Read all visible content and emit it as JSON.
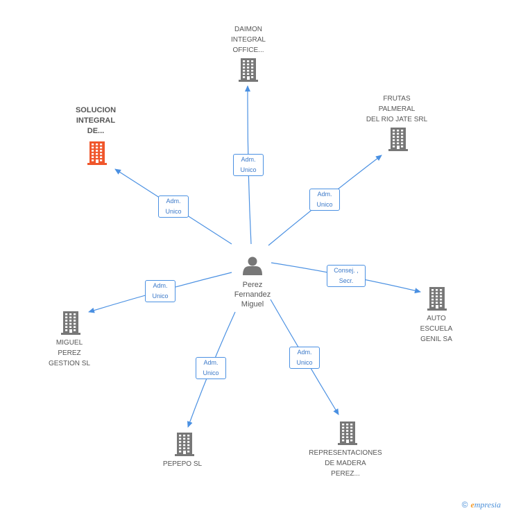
{
  "center": {
    "name_lines": [
      "Perez",
      "Fernandez",
      "Miguel"
    ],
    "icon": "person-icon"
  },
  "companies": [
    {
      "id": "daimon",
      "lines": [
        "DAIMON",
        "INTEGRAL",
        "OFFICE..."
      ],
      "icon": "building-icon",
      "color": "#777777",
      "highlight": false
    },
    {
      "id": "frutas",
      "lines": [
        "FRUTAS",
        "PALMERAL",
        "DEL RIO JATE SRL"
      ],
      "icon": "building-icon",
      "color": "#777777",
      "highlight": false
    },
    {
      "id": "solucion",
      "lines": [
        "SOLUCION",
        "INTEGRAL",
        "DE..."
      ],
      "icon": "building-icon",
      "color": "#f0562b",
      "highlight": true
    },
    {
      "id": "auto",
      "lines": [
        "AUTO",
        "ESCUELA",
        "GENIL SA"
      ],
      "icon": "building-icon",
      "color": "#777777",
      "highlight": false
    },
    {
      "id": "miguel",
      "lines": [
        "MIGUEL",
        "PEREZ",
        "GESTION SL"
      ],
      "icon": "building-icon",
      "color": "#777777",
      "highlight": false
    },
    {
      "id": "pepepo",
      "lines": [
        "PEPEPO SL"
      ],
      "icon": "building-icon",
      "color": "#777777",
      "highlight": false
    },
    {
      "id": "representaciones",
      "lines": [
        "REPRESENTACIONES",
        "DE MADERA",
        "PEREZ..."
      ],
      "icon": "building-icon",
      "color": "#777777",
      "highlight": false
    }
  ],
  "relations": [
    {
      "target": "daimon",
      "lines": [
        "Adm.",
        "Unico"
      ]
    },
    {
      "target": "frutas",
      "lines": [
        "Adm.",
        "Unico"
      ]
    },
    {
      "target": "solucion",
      "lines": [
        "Adm.",
        "Unico"
      ]
    },
    {
      "target": "auto",
      "lines": [
        "Consej. ,",
        "Secr."
      ]
    },
    {
      "target": "miguel",
      "lines": [
        "Adm.",
        "Unico"
      ]
    },
    {
      "target": "pepepo",
      "lines": [
        "Adm.",
        "Unico"
      ]
    },
    {
      "target": "representaciones",
      "lines": [
        "Adm.",
        "Unico"
      ]
    }
  ],
  "colors": {
    "edge": "#4a90e2",
    "building": "#777777",
    "highlight": "#f0562b",
    "person": "#777777"
  },
  "footer": {
    "copyright": "©",
    "brand_initial": "e",
    "brand_rest": "mpresia"
  }
}
